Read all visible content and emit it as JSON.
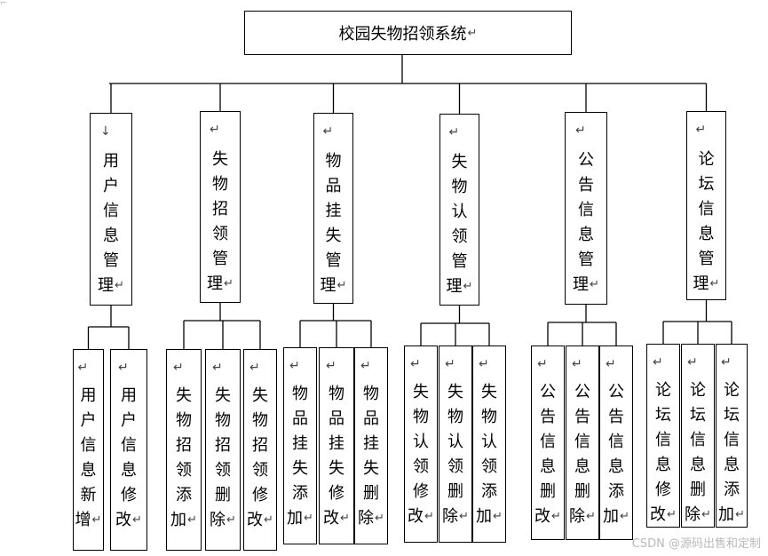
{
  "root": {
    "label": "校园失物招领系统",
    "mark": "↵"
  },
  "modules": [
    {
      "id": "user",
      "label": "用户信息管理",
      "top_mark": "↓",
      "children": [
        {
          "label": "用户信息新增"
        },
        {
          "label": "用户信息修改"
        }
      ]
    },
    {
      "id": "lost",
      "label": "失物招领管理",
      "top_mark": "↵",
      "children": [
        {
          "label": "失物招领添加"
        },
        {
          "label": "失物招领删除"
        },
        {
          "label": "失物招领修改"
        }
      ]
    },
    {
      "id": "report",
      "label": "物品挂失管理",
      "top_mark": "↵",
      "children": [
        {
          "label": "物品挂失添加"
        },
        {
          "label": "物品挂失修改"
        },
        {
          "label": "物品挂失删除"
        }
      ]
    },
    {
      "id": "claim",
      "label": "失物认领管理",
      "top_mark": "↵",
      "children": [
        {
          "label": "失物认领修改"
        },
        {
          "label": "失物认领删除"
        },
        {
          "label": "失物认领添加"
        }
      ]
    },
    {
      "id": "notice",
      "label": "公告信息管理",
      "top_mark": "↵",
      "children": [
        {
          "label": "公告信息删改"
        },
        {
          "label": "公告信息删除"
        },
        {
          "label": "公告信息添加"
        }
      ]
    },
    {
      "id": "forum",
      "label": "论坛信息管理",
      "top_mark": "↵",
      "children": [
        {
          "label": "论坛信息修改"
        },
        {
          "label": "论坛信息删除"
        },
        {
          "label": "论坛信息添加"
        }
      ]
    }
  ],
  "child_mark": "↵",
  "watermark": "CSDN @源码出售和定制"
}
